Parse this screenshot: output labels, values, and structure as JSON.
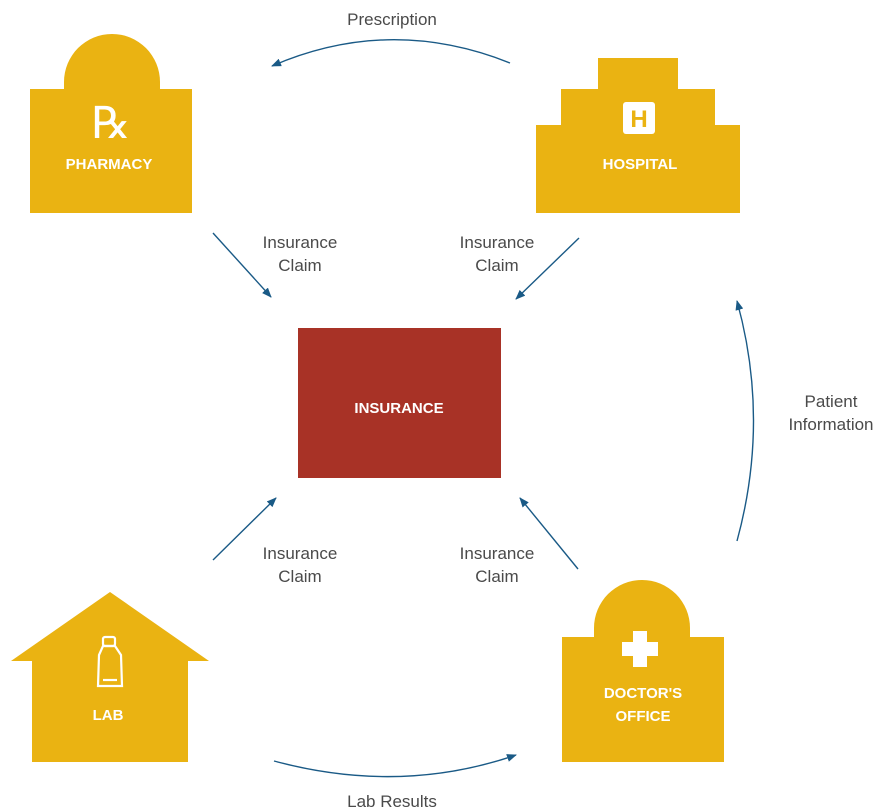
{
  "colors": {
    "building": "#EAB312",
    "insurance": "#A83226",
    "arrow": "#1A5A86",
    "label_text": "#4A4A4A",
    "node_text": "#FFFFFF"
  },
  "nodes": {
    "pharmacy": {
      "label": "PHARMACY",
      "symbol": "℞"
    },
    "hospital": {
      "label": "HOSPITAL",
      "symbol": "H"
    },
    "insurance": {
      "label": "INSURANCE"
    },
    "lab": {
      "label": "LAB",
      "icon": "bottle-icon"
    },
    "doctors_office": {
      "label_line1": "DOCTOR'S",
      "label_line2": "OFFICE",
      "icon": "cross-icon"
    }
  },
  "edges": {
    "prescription": "Prescription",
    "pharmacy_claim": {
      "line1": "Insurance",
      "line2": "Claim"
    },
    "hospital_claim": {
      "line1": "Insurance",
      "line2": "Claim"
    },
    "lab_claim": {
      "line1": "Insurance",
      "line2": "Claim"
    },
    "doctor_claim": {
      "line1": "Insurance",
      "line2": "Claim"
    },
    "patient_information": {
      "line1": "Patient",
      "line2": "Information"
    },
    "lab_results": "Lab Results"
  }
}
